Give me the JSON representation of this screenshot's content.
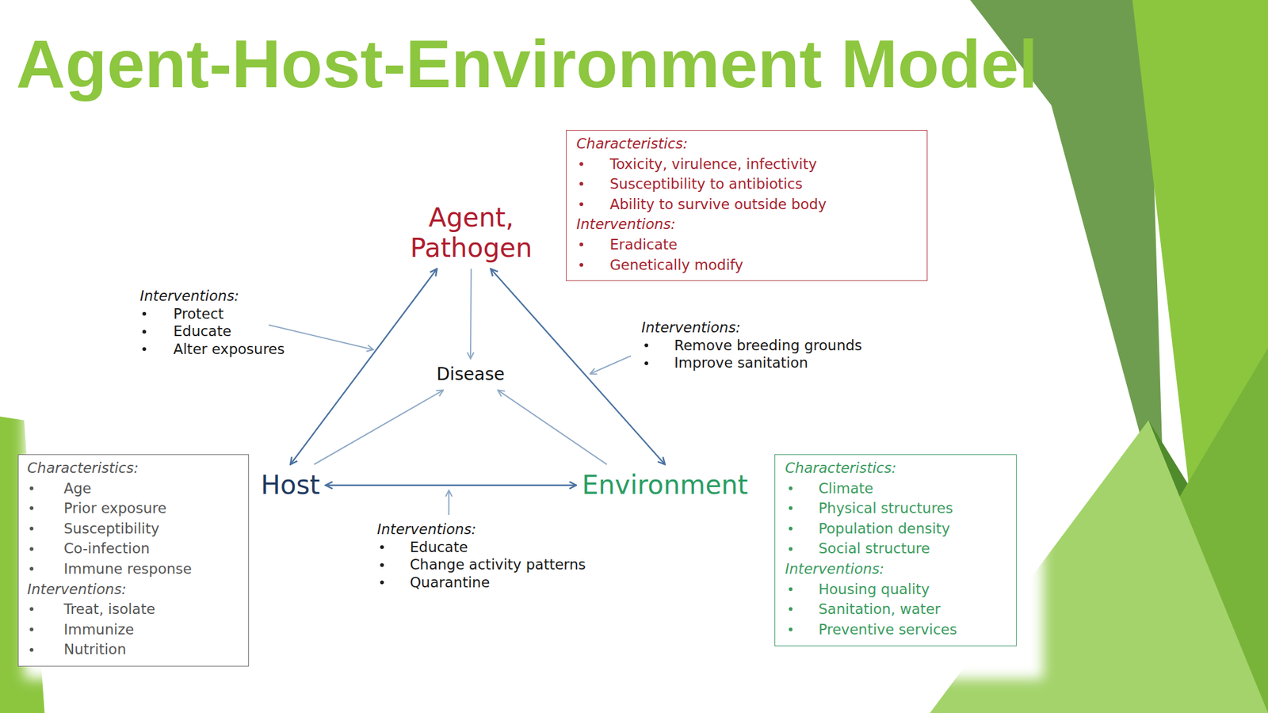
{
  "diagram": {
    "title": "Agent-Host-Environment Model",
    "nodes": [
      {
        "text": [
          "Characteristics:",
          "Toxicity, virulence, infectivity",
          "Susceptibility to antibiotics",
          "Ability to survive outside body",
          "Interventions:",
          "Eradicate",
          "Genetically modify"
        ]
      },
      {
        "text": [
          "Agent, Pathogen"
        ]
      },
      {
        "text": [
          "Disease"
        ]
      },
      {
        "text": [
          "Characteristics:",
          "Age",
          "Prior exposure",
          "Susceptibility",
          "Co-infection",
          "Immune response",
          "Interventions:",
          "Treat, isolate",
          "Immunize",
          "Nutrition"
        ]
      },
      {
        "text": [
          "Host"
        ]
      },
      {
        "text": [
          "Environment"
        ]
      },
      {
        "text": [
          "Characteristics:",
          "Climate",
          "Physical structures",
          "Population density",
          "Social structure",
          "Interventions:",
          "Housing quality",
          "Sanitation, water",
          "Preventive services"
        ]
      }
    ],
    "edges": [
      {
        "from": 1,
        "to": 4,
        "arrow": "both"
      },
      {
        "from": 1,
        "to": 5,
        "arrow": "both"
      },
      {
        "from": 4,
        "to": 5,
        "arrow": "both"
      },
      {
        "from": 1,
        "to": 2,
        "arrow": "to"
      },
      {
        "from": 4,
        "to": 2,
        "arrow": "to"
      },
      {
        "from": 5,
        "to": 2,
        "arrow": "to"
      }
    ],
    "labels": [
      "Interventions:",
      "Protect",
      "Educate",
      "Alter exposures",
      "Interventions:",
      "Remove breeding grounds",
      "Improve sanitation",
      "Interventions:",
      "Educate",
      "Change activity patterns",
      "Quarantine"
    ]
  }
}
